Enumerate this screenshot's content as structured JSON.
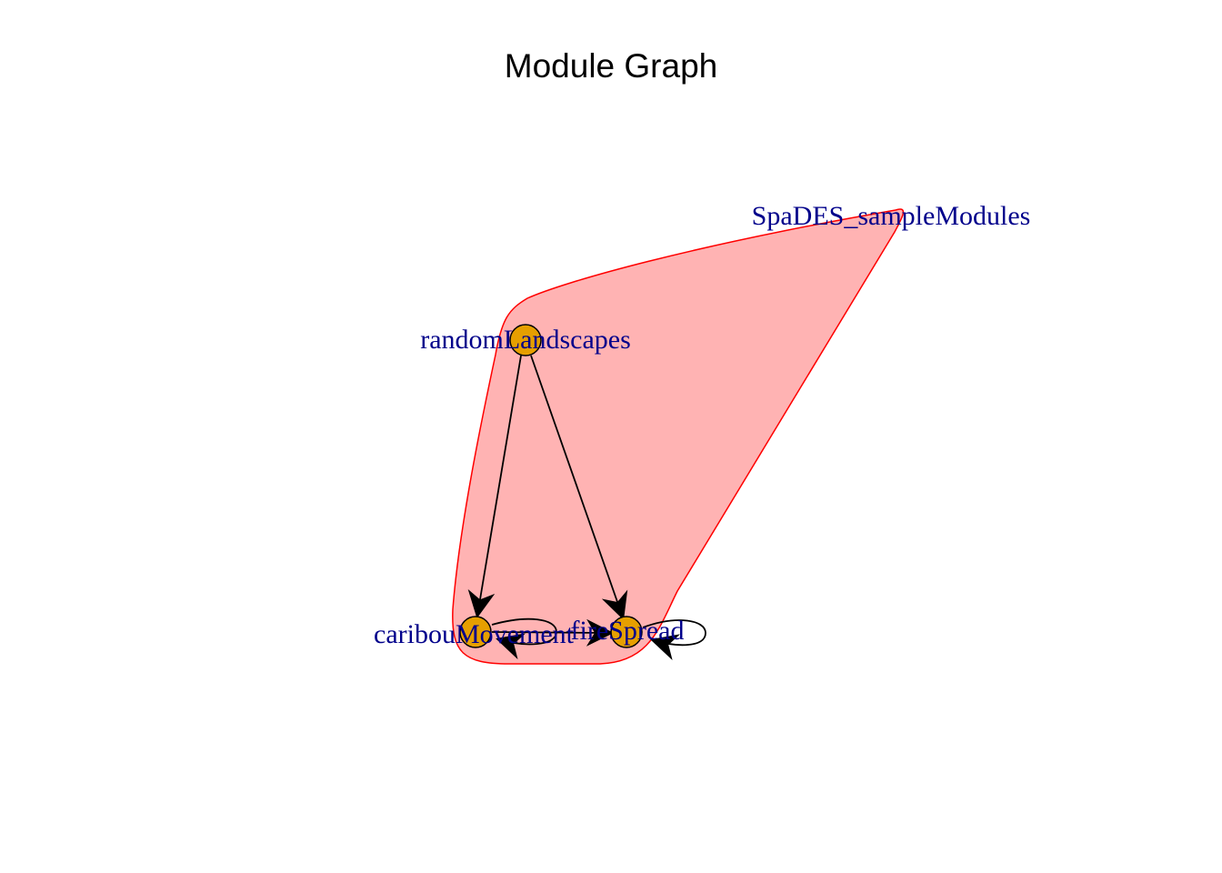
{
  "diagram": {
    "title": "Module Graph",
    "group": {
      "label": "SpaDES_sampleModules",
      "fill_color": "#ffb3b3",
      "stroke_color": "#ff0000"
    },
    "nodes": [
      {
        "id": "randomLandscapes",
        "label": "randomLandscapes"
      },
      {
        "id": "caribouMovement",
        "label": "caribouMovement"
      },
      {
        "id": "fireSpread",
        "label": "fireSpread"
      }
    ],
    "edges": [
      {
        "from": "randomLandscapes",
        "to": "caribouMovement"
      },
      {
        "from": "randomLandscapes",
        "to": "fireSpread"
      },
      {
        "from": "caribouMovement",
        "to": "caribouMovement"
      },
      {
        "from": "caribouMovement",
        "to": "fireSpread"
      },
      {
        "from": "fireSpread",
        "to": "fireSpread"
      }
    ],
    "colors": {
      "node_fill": "#e69f00",
      "node_stroke": "#000000",
      "label_color": "#00008b",
      "edge_color": "#000000"
    }
  }
}
